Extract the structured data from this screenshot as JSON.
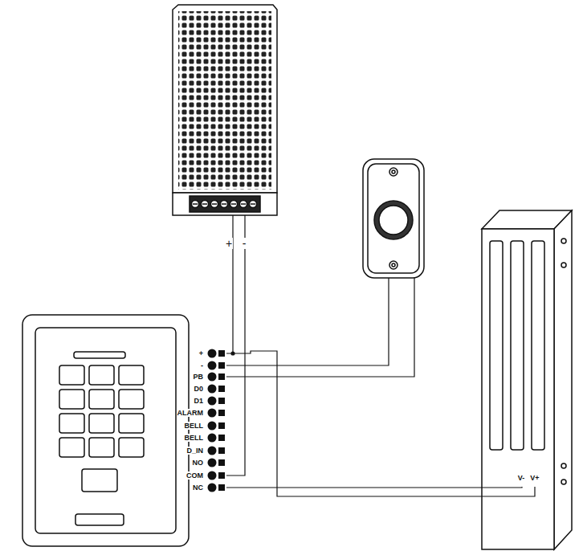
{
  "diagram": {
    "labels": [
      "+",
      "-",
      "+",
      "-",
      "PB",
      "D0",
      "D1",
      "ALARM",
      "BELL",
      "BELL",
      "D_IN",
      "NO",
      "COM",
      "NC",
      "V-",
      "V+"
    ]
  }
}
